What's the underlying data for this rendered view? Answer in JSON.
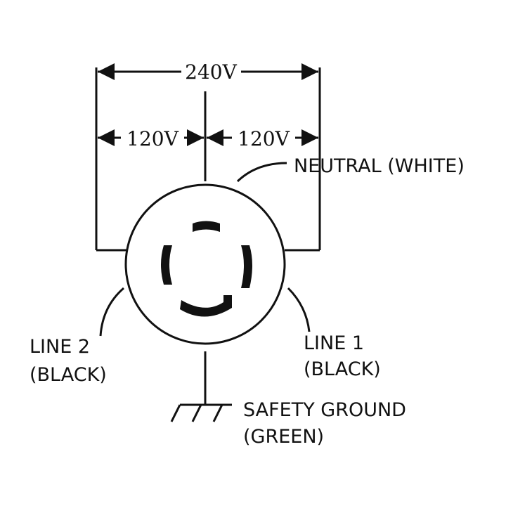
{
  "voltages": {
    "total": "240V",
    "left": "120V",
    "right": "120V"
  },
  "labels": {
    "neutral": "NEUTRAL (WHITE)",
    "line2_a": "LINE 2",
    "line2_b": "(BLACK)",
    "line1_a": "LINE 1",
    "line1_b": "(BLACK)",
    "ground_a": "SAFETY GROUND",
    "ground_b": "(GREEN)"
  },
  "colors": {
    "line": "#111111",
    "background": "#ffffff"
  }
}
